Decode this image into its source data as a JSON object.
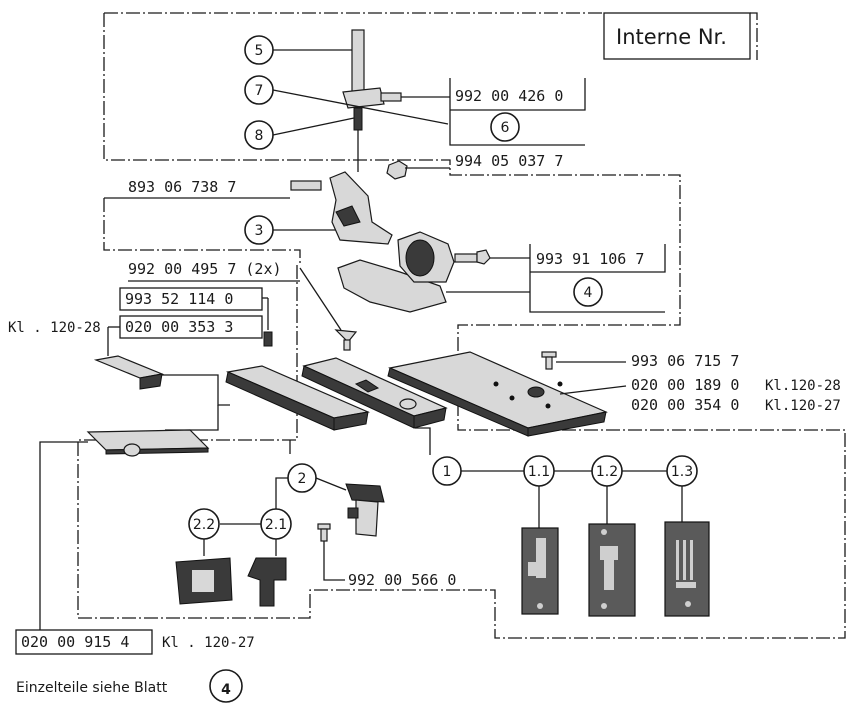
{
  "header": {
    "title": "Interne Nr."
  },
  "callouts": {
    "c5": "5",
    "c7": "7",
    "c8": "8",
    "c6": "6",
    "c3": "3",
    "c4": "4",
    "c1": "1",
    "c1_1": "1.1",
    "c1_2": "1.2",
    "c1_3": "1.3",
    "c2": "2",
    "c2_1": "2.1",
    "c2_2": "2.2"
  },
  "part_numbers": {
    "p_992_00_426_0": "992 00 426 0",
    "p_994_05_037_7": "994 05 037 7",
    "p_893_06_738_7": "893 06 738 7",
    "p_993_91_106_7": "993 91 106 7",
    "p_992_00_495_7": "992 00 495 7 (2x)",
    "p_993_52_114_0": "993 52 114 0",
    "p_020_00_353_3": "020 00 353 3",
    "p_993_06_715_7": "993 06 715 7",
    "p_020_00_189_0": "020 00 189 0",
    "p_020_00_354_0": "020 00 354 0",
    "p_992_00_566_0": "992 00 566 0",
    "p_020_00_915_4": "020 00 915 4"
  },
  "class_labels": {
    "kl_120_28_left": "Kl . 120-28",
    "kl_120_28_right": "Kl.120-28",
    "kl_120_27_right": "Kl.120-27",
    "kl_120_27_bottom": "Kl . 120-27"
  },
  "footer": {
    "note": "Einzelteile siehe Blatt",
    "sheet_number": "4"
  }
}
